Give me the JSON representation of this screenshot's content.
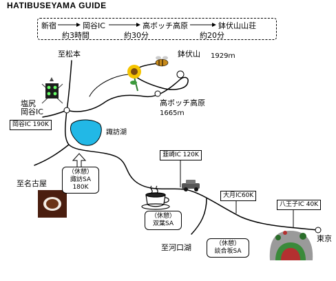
{
  "title": "HATIBUSEYAMA  GUIDE",
  "route": {
    "stops": [
      "新宿",
      "岡谷IC",
      "高ボッチ高原",
      "鉢伏山山荘"
    ],
    "times": [
      "約3時間",
      "約30分",
      "約20分"
    ]
  },
  "labels": {
    "matsumoto": "至松本",
    "hachibuse": "鉢伏山",
    "hachibuse_alt": "1929ｍ",
    "shiojiri": "塩尻",
    "okaya_ic": "岡谷IC",
    "okaya_km": "岡谷IC 190K",
    "suwa_lake": "諏訪湖",
    "takabotchi": "高ボッチ高原",
    "takabotchi_alt": "1665ｍ",
    "nirasaki": "韮崎IC 120K",
    "nagoya": "至名古屋",
    "kawaguchiko": "至河口湖",
    "otsuki": "大月IC60K",
    "hachioji": "八王子IC 40K",
    "tokyo": "東京"
  },
  "rest_areas": {
    "suwa": [
      "（休憩）",
      "諏訪SA",
      "180K"
    ],
    "futaba": [
      "（休憩）",
      "双葉SA"
    ],
    "dangozaka": [
      "（休憩）",
      "談合坂SA"
    ]
  },
  "icons": [
    "traffic-light-icon",
    "sunflower-icon",
    "bee-icon",
    "coffee-cup-icon",
    "coffee-photo-icon",
    "car-icon",
    "tunnel-icon"
  ]
}
